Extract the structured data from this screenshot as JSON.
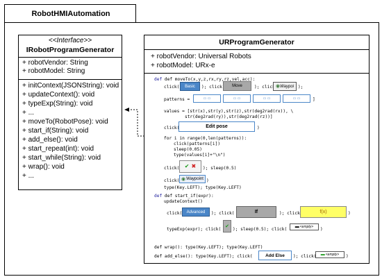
{
  "package": {
    "title": "RobotHMIAutomation"
  },
  "interface": {
    "stereotype": "<<Interface>>",
    "name": "IRobotProgramGenerator",
    "attributes": [
      "+ robotVendor: String",
      "+ robotModel: String"
    ],
    "methods": [
      "+ initContext(JSONString): void",
      "+ updateContext(): void",
      "+ typeExp(String): void",
      "+ ...",
      "+ moveTo(RobotPose): void",
      "+ start_if(String): void",
      "+ add_else(): void",
      "+ start_repeat(int): void",
      "+ start_while(String): void",
      "+ wrap(): void",
      "+ ..."
    ]
  },
  "impl": {
    "name": "URProgramGenerator",
    "attributes": [
      "+ robotVendor: Universal Robots",
      "+ robotModel: URx-e"
    ]
  },
  "code": {
    "l1": "def moveTo(x,y,z,rx,ry,rz,vel,acc):",
    "click": "click(",
    "close": ");",
    "closeS": ")",
    "patterns": "patterns = [",
    "patterns_tail": "]",
    "values1": "values = [str(x),str(y),str(z),str(deg2rad(rx)), \\",
    "values2": "str(deg2rad(ry)),str(deg2rad(rz))]",
    "for": "for i in range(0,len(patterns)):",
    "click_pat": "click(patterns[i])",
    "sleep05": "sleep(0.05)",
    "type_vals": "type(values[i]+\"\\n\")",
    "sleep_half": "); sleep(0.5)",
    "typekeys": "type(Key.LEFT); type(Key.LEFT)",
    "start_if": "def start_if(expr):",
    "update": "updateContext()",
    "typeexp": "typeExp(expr); click(",
    "typeexp_tail": "); sleep(0.5); click(",
    "wrap": "def wrap(): type(Key.LEFT); type(Key.LEFT)",
    "add_else": "def add_else(): type(Key.LEFT); click(",
    "add_else_mid": "); click(",
    "semi": "); click("
  },
  "chips": {
    "basic": "Basic",
    "move": "Move",
    "waypoint_small": "Waypoi",
    "edit_pose": "Edit pose",
    "waypoint": "Waypoint",
    "advanced": "Advanced",
    "if": "If",
    "fx": "f(x)",
    "empty": "<empty>",
    "add_else": "Add Else"
  },
  "colors": {
    "blue_button": "#4a86c8",
    "gray_button": "#a8a8a8",
    "yellow_field": "#ffff66"
  }
}
